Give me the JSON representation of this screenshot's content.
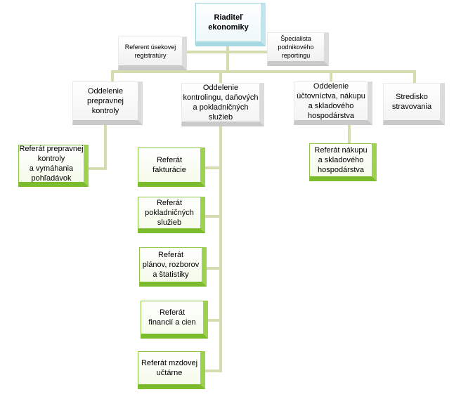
{
  "chart": {
    "director": "Riaditeľ\nekonomiky",
    "staff_left": "Referent úsekovej\nregistratúry",
    "staff_right": "Špecialista\npodnikového\nreportingu",
    "dept_legal": "Oddelenie\nprepravnej\nkontroly",
    "dept_controlling": "Oddelenie\nkontrolingu, daňových\na pokladničných\nslužieb",
    "dept_accounting": "Oddelenie\núčtovníctva, nákupu\na skladového\nhospodárstva",
    "dept_catering": "Stredisko\nstravovania",
    "ref_claims": "Referát prepravnej\nkontroly\na vymáhania\npohľadávok",
    "ref_invoicing": "Referát\nfakturácie",
    "ref_cash": "Referát\npokladničných\nslužieb",
    "ref_planning": "Referát\nplánov, rozborov\na štatistiky",
    "ref_finance": "Referát\nfinancií a cien",
    "ref_payroll": "Referát mzdovej\nučtárne",
    "ref_purchase": "Referát nákupu\na skladového\nhospodárstva"
  },
  "colors": {
    "connector": "#d6dcb0",
    "top_box_border": "#9ad3dd",
    "leaf_box_border": "#8cc63f",
    "neutral_box_shadow": "#dcdcdc"
  }
}
